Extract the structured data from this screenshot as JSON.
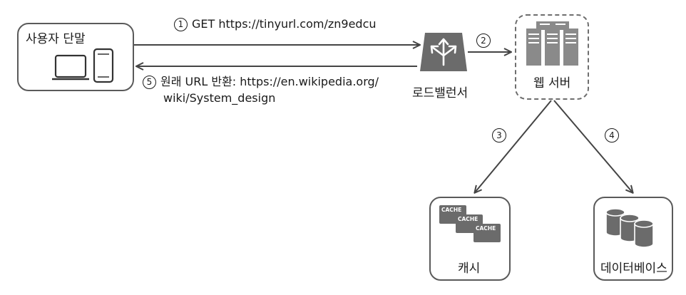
{
  "client": {
    "label": "사용자 단말",
    "icons": [
      "laptop-icon",
      "phone-icon"
    ]
  },
  "load_balancer": {
    "label": "로드밸런서",
    "icon": "load-balancer-icon"
  },
  "web_server": {
    "label": "웹 서버",
    "icon": "server-rack-icon"
  },
  "cache": {
    "label": "캐시",
    "chips": [
      "CACHE",
      "CACHE",
      "CACHE"
    ]
  },
  "database": {
    "label": "데이터베이스",
    "icon": "database-cylinders-icon"
  },
  "steps": {
    "s1": {
      "num": "1",
      "text": "GET https://tinyurl.com/zn9edcu"
    },
    "s2": {
      "num": "2"
    },
    "s3": {
      "num": "3"
    },
    "s4": {
      "num": "4"
    },
    "s5": {
      "num": "5",
      "line1": "원래 URL 반환: https://en.wikipedia.org/",
      "line2": "wiki/System_design"
    }
  },
  "colors": {
    "box_border": "#5a5a5a",
    "icon_gray": "#6b6b6b",
    "arrow": "#444444",
    "text": "#1a1a1a"
  }
}
